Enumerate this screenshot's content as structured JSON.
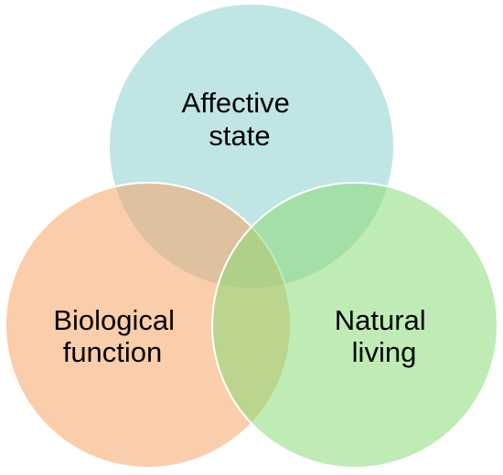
{
  "diagram": {
    "type": "venn",
    "circles": [
      {
        "id": "affective",
        "label_lines": [
          "Affective",
          "state"
        ],
        "color": "#8ccfcf"
      },
      {
        "id": "biological",
        "label_lines": [
          "Biological",
          "function"
        ],
        "color": "#f5a466"
      },
      {
        "id": "natural",
        "label_lines": [
          "Natural",
          "living"
        ],
        "color": "#88dd77"
      }
    ],
    "opacity": 0.55
  }
}
